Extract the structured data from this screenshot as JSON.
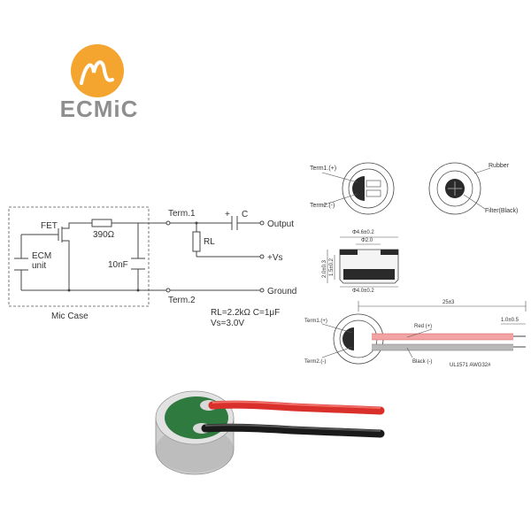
{
  "brand": {
    "name": "ECMiC",
    "orange": "#f3a530",
    "grey": "#8e8e8e"
  },
  "schematic": {
    "fet": "FET",
    "resistor_value": "390Ω",
    "ecm_line1": "ECM",
    "ecm_line2": "unit",
    "cap_internal": "10nF",
    "mic_case": "Mic Case",
    "term1": "Term.1",
    "term2": "Term.2",
    "rl": "RL",
    "cap_plus": "+",
    "cap_c": "C",
    "output": "Output",
    "vs": "+Vs",
    "ground": "Ground",
    "formula_line1": "RL=2.2kΩ  C=1μF",
    "formula_line2": "Vs=3.0V"
  },
  "drawings": {
    "front_term1": "Term1.(+)",
    "front_term2": "Term2.(-)",
    "back_rubber": "Rubber",
    "back_filter": "Filter(Black)",
    "dim_outer": "Φ4.6±0.2",
    "dim_hole": "Φ2.0",
    "dim_inner": "Φ4.0±0.2",
    "dim_height": "2.0±0.3",
    "dim_body": "1.5±0.2",
    "lead_length": "25±3",
    "strip_length": "1.0±0.5",
    "wire_term1": "Term1.(+)",
    "wire_term2": "Term2.(-)",
    "wire_red": "Red (+)",
    "wire_black": "Black (-)",
    "wire_spec": "UL1571  AWG32#"
  },
  "photo": {
    "red_wire": "#d9302c",
    "black_wire": "#1a1a1a",
    "pcb": "#2f7a3e"
  }
}
